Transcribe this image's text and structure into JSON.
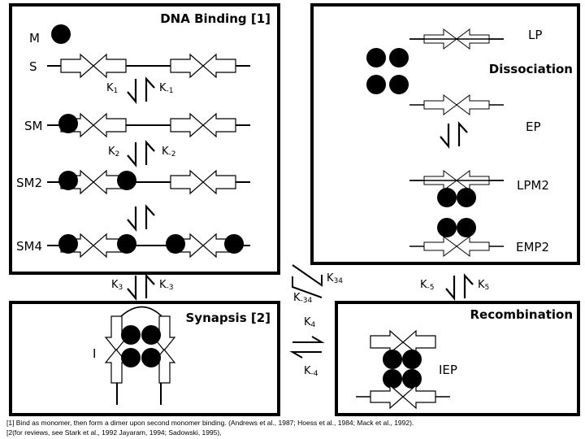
{
  "panels": {
    "dna_binding": {
      "title": "DNA Binding [1]",
      "species": [
        "M",
        "S",
        "SM",
        "SM2",
        "SM4"
      ],
      "rates": [
        {
          "forward": "K",
          "forward_sub": "1",
          "reverse": "K",
          "reverse_sub": "-1"
        },
        {
          "forward": "K",
          "forward_sub": "2",
          "reverse": "K",
          "reverse_sub": "-2"
        }
      ]
    },
    "dissociation": {
      "title": "Dissociation",
      "species": [
        "LP",
        "EP",
        "LPM2",
        "EMP2"
      ]
    },
    "synapsis": {
      "title": "Synapsis [2]",
      "species": [
        "I"
      ]
    },
    "recombination": {
      "title": "Recombination",
      "species": [
        "IEP"
      ]
    }
  },
  "transitions": {
    "k3": {
      "forward": "K",
      "forward_sub": "3",
      "reverse": "K",
      "reverse_sub": "-3"
    },
    "k34": {
      "forward": "K",
      "forward_sub": "34",
      "reverse": "K",
      "reverse_sub": "-34"
    },
    "k4": {
      "forward": "K",
      "forward_sub": "4",
      "reverse": "K",
      "reverse_sub": "-4"
    },
    "k5": {
      "forward": "K",
      "forward_sub": "5",
      "reverse": "K",
      "reverse_sub": "-5"
    }
  },
  "footnotes": [
    "[1] Bind as monomer, then form a dimer upon second monomer binding. (Andrews et al., 1987; Hoess et al., 1984; Mack et al., 1992).",
    "[2(for reviews, see Stark et al., 1992  Jayaram, 1994; Sadowski, 1995),"
  ]
}
